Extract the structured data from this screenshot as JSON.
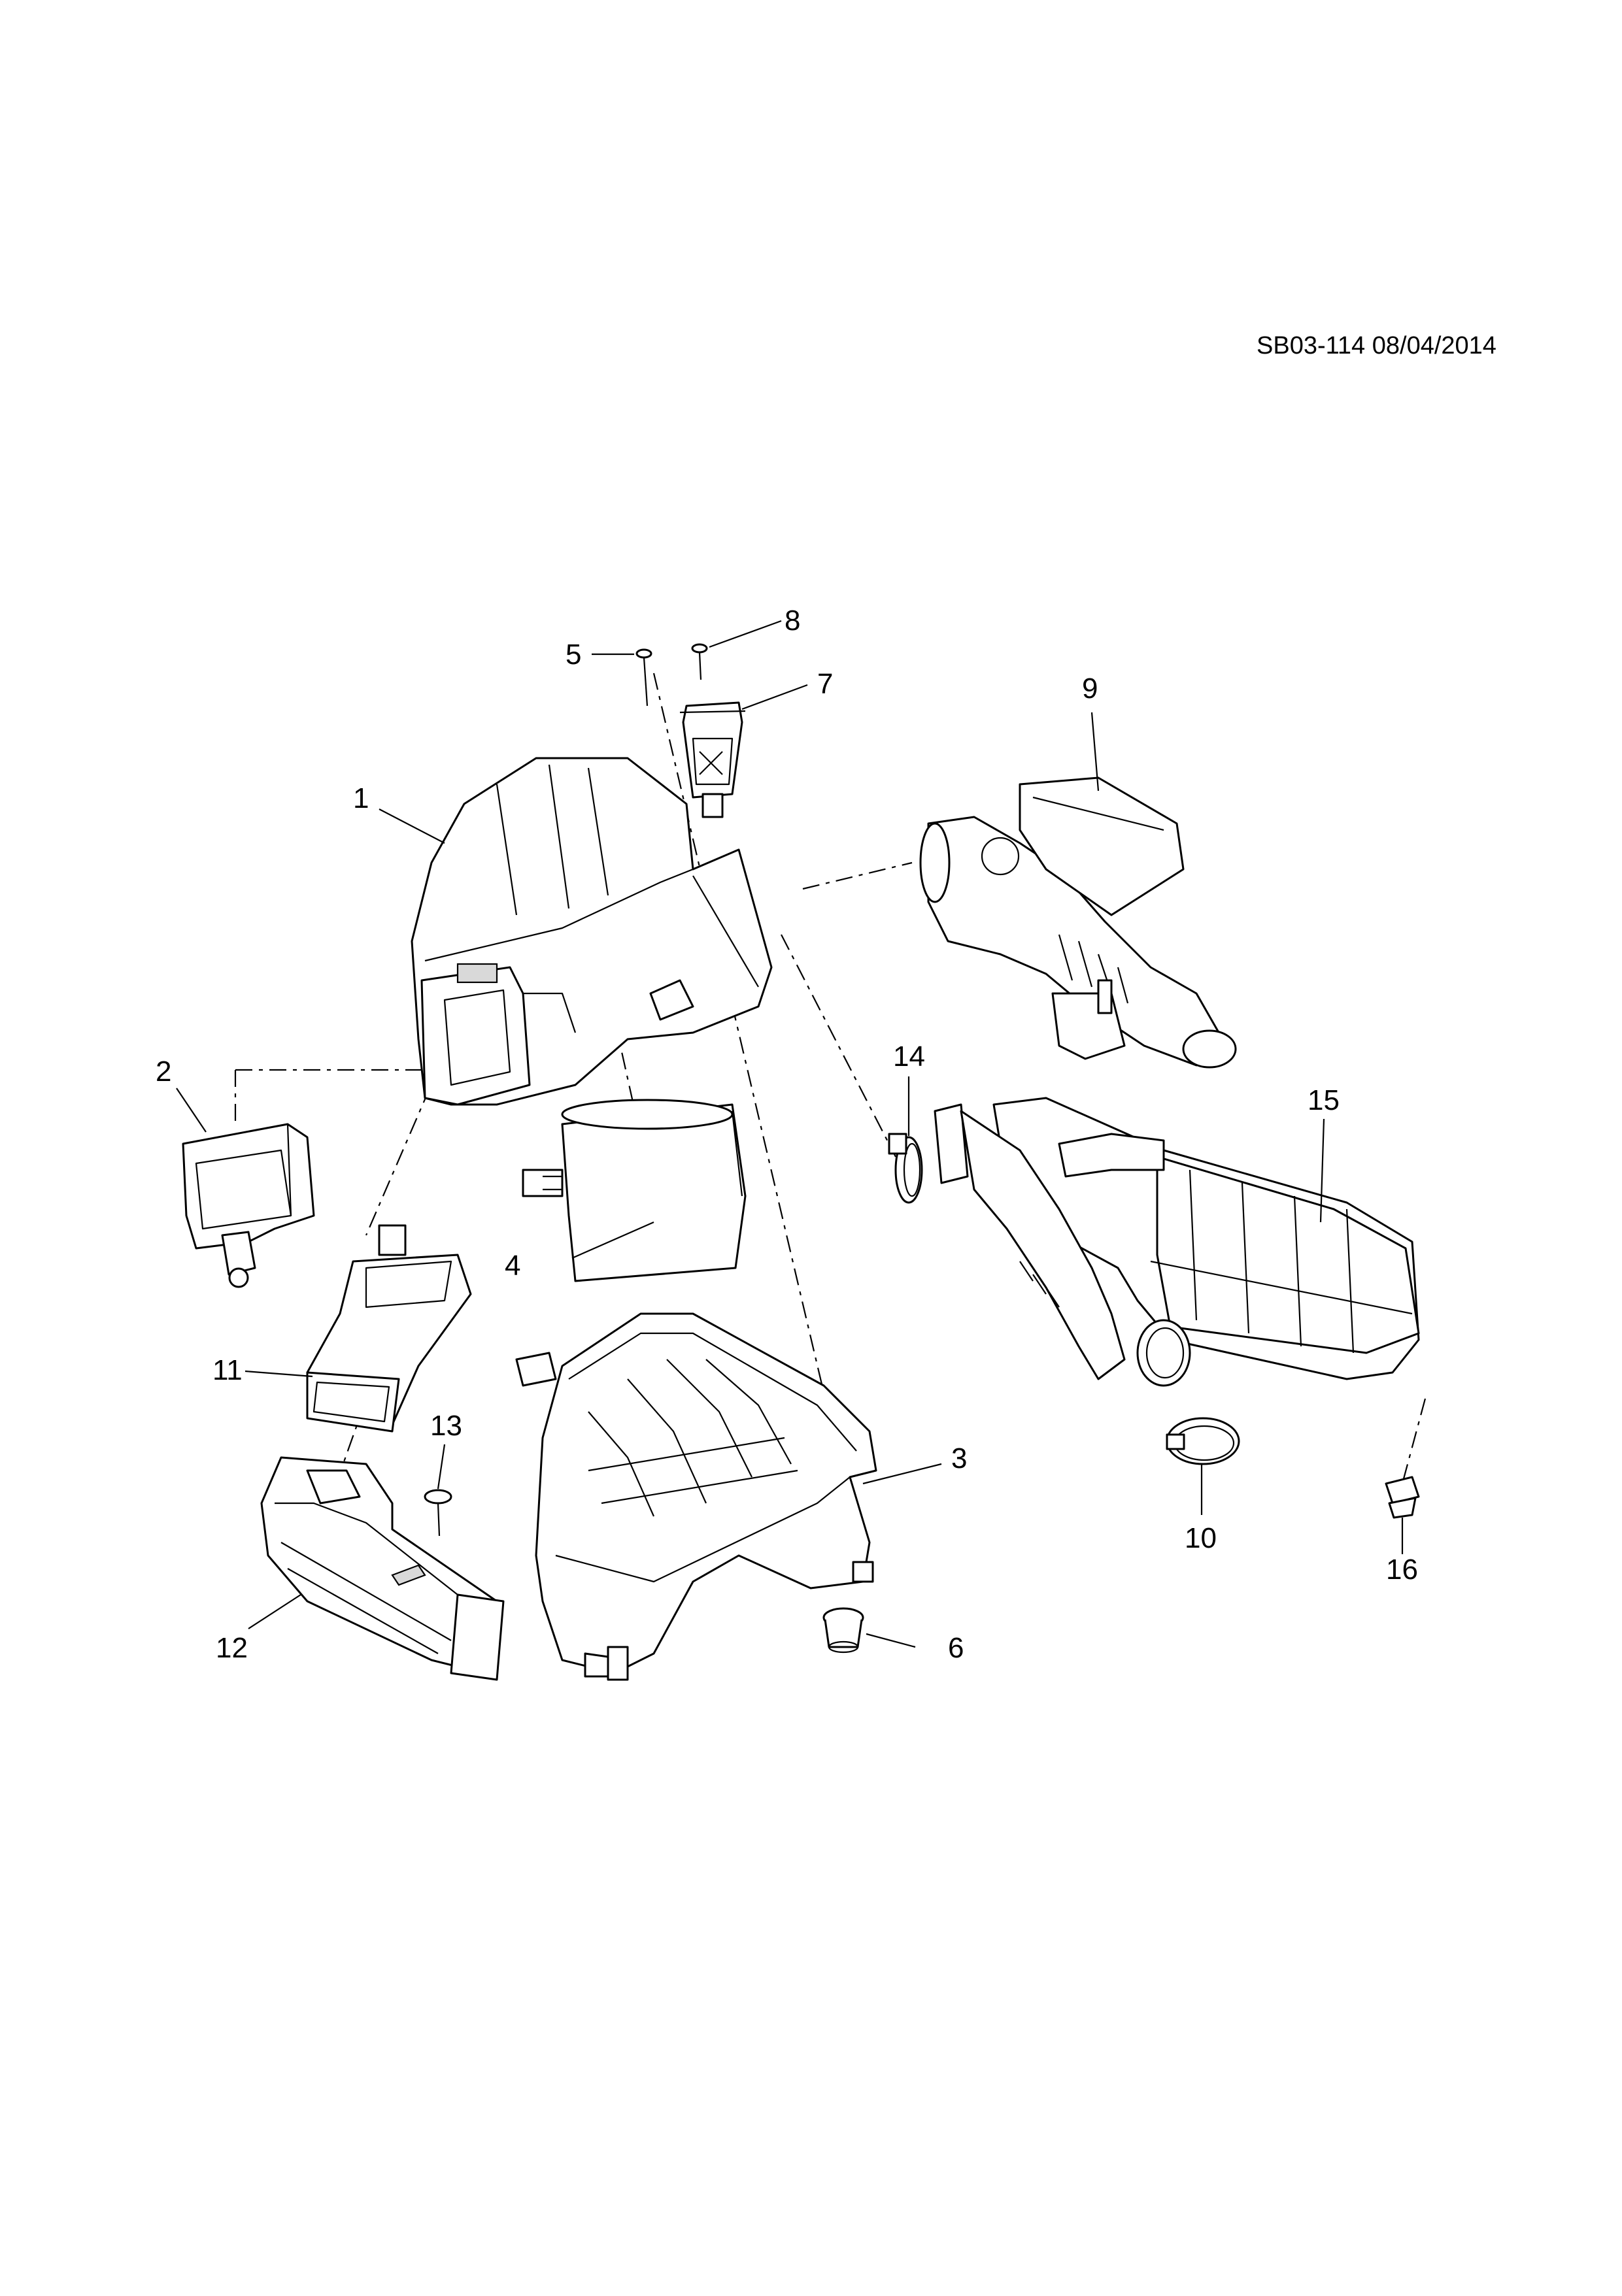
{
  "document": {
    "reference": "SB03-114 08/04/2014"
  },
  "callouts": [
    "1",
    "2",
    "3",
    "4",
    "5",
    "6",
    "7",
    "8",
    "9",
    "10",
    "11",
    "12",
    "13",
    "14",
    "15",
    "16"
  ]
}
